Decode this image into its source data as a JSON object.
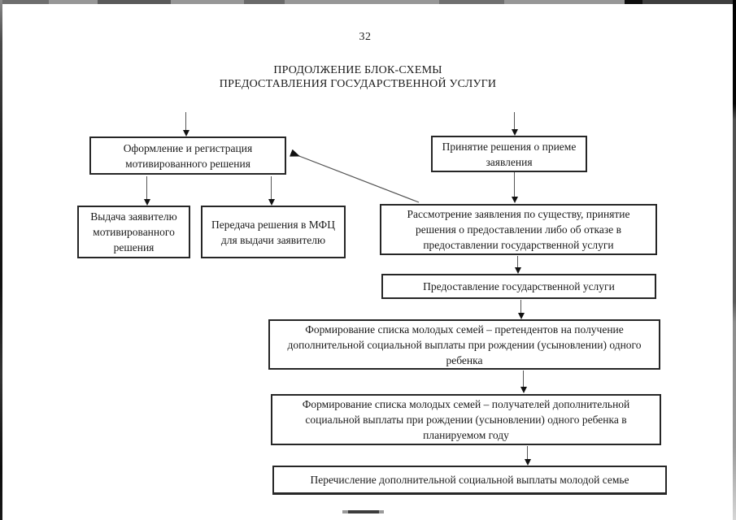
{
  "page": {
    "number": "32",
    "title_line1": "ПРОДОЛЖЕНИЕ БЛОК-СХЕМЫ",
    "title_line2": "ПРЕДОСТАВЛЕНИЯ ГОСУДАРСТВЕННОЙ УСЛУГИ"
  },
  "flowchart": {
    "type": "flowchart-block-scheme",
    "boxes": [
      {
        "id": "registration",
        "text": "Оформление и регистрация мотивированного решения"
      },
      {
        "id": "acceptance",
        "text": "Принятие решения о приеме заявления"
      },
      {
        "id": "issue",
        "text": "Выдача заявителю мотивированного решения"
      },
      {
        "id": "mfc",
        "text": "Передача решения в МФЦ для выдачи заявителю"
      },
      {
        "id": "consideration",
        "text": "Рассмотрение заявления по существу, принятие решения о предоставлении либо об отказе в предоставлении государственной услуги"
      },
      {
        "id": "provision",
        "text": "Предоставление государственной услуги"
      },
      {
        "id": "candidates",
        "text": "Формирование списка молодых семей – претендентов на получение дополнительной социальной выплаты при рождении (усыновлении) одного ребенка"
      },
      {
        "id": "recipients",
        "text": "Формирование списка молодых семей – получателей дополнительной социальной выплаты при рождении (усыновлении) одного ребенка в планируемом году"
      },
      {
        "id": "payment",
        "text": "Перечисление дополнительной социальной выплаты молодой семье"
      }
    ],
    "edges": [
      {
        "from": "previous-page",
        "to": "registration"
      },
      {
        "from": "previous-page",
        "to": "acceptance"
      },
      {
        "from": "registration",
        "to": "issue"
      },
      {
        "from": "registration",
        "to": "mfc"
      },
      {
        "from": "acceptance",
        "to": "consideration"
      },
      {
        "from": "consideration",
        "to": "registration"
      },
      {
        "from": "consideration",
        "to": "provision"
      },
      {
        "from": "provision",
        "to": "candidates"
      },
      {
        "from": "candidates",
        "to": "recipients"
      },
      {
        "from": "recipients",
        "to": "payment"
      }
    ]
  },
  "colors": {
    "ink": "#1a1a1a",
    "paper": "#ffffff",
    "box_border": "#262626"
  }
}
